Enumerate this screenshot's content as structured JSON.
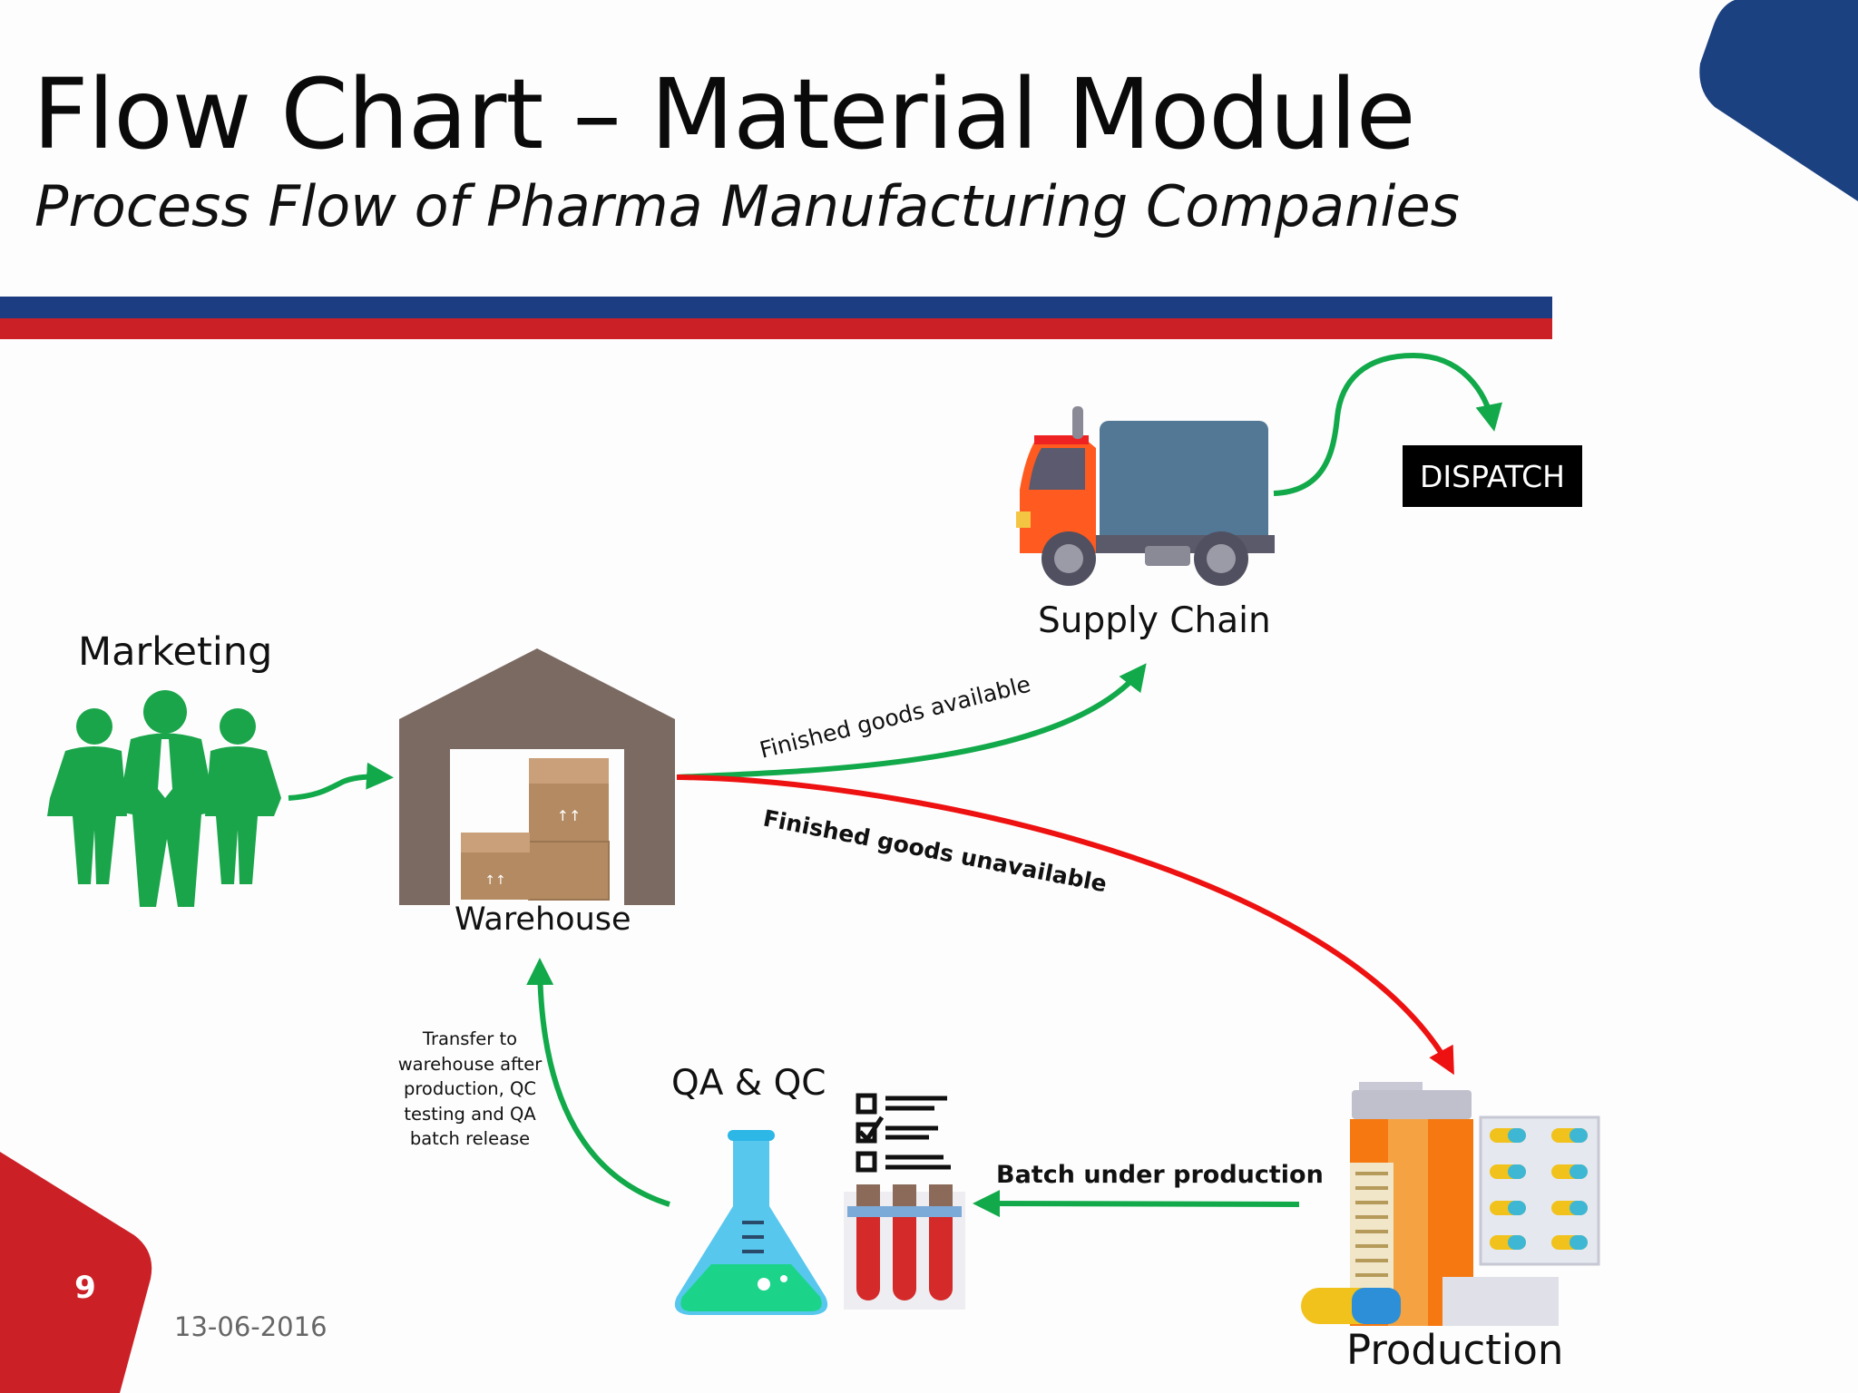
{
  "slide": {
    "title": "Flow Chart – Material Module",
    "subtitle": "Process Flow of Pharma Manufacturing Companies",
    "page_number": "9",
    "date": "13-06-2016"
  },
  "colors": {
    "header_blue": "#1c3d82",
    "header_red": "#cc2027",
    "flow_green": "#11a94a",
    "flow_red": "#ee1111",
    "people_green": "#1aa54a"
  },
  "nodes": {
    "marketing": {
      "label": "Marketing",
      "icon": "people-group-icon"
    },
    "warehouse": {
      "label": "Warehouse",
      "icon": "warehouse-icon"
    },
    "supply_chain": {
      "label": "Supply Chain",
      "icon": "truck-icon"
    },
    "dispatch": {
      "label": "DISPATCH"
    },
    "production": {
      "label": "Production",
      "icon": "pharma-production-icon"
    },
    "qa_qc": {
      "label": "QA & QC",
      "icon": "lab-flask-icon"
    }
  },
  "edges": {
    "finished_available": "Finished goods available",
    "finished_unavailable": "Finished goods unavailable",
    "batch_under_production": "Batch under production",
    "transfer_note": "Transfer to warehouse after production, QC testing and QA batch release"
  }
}
